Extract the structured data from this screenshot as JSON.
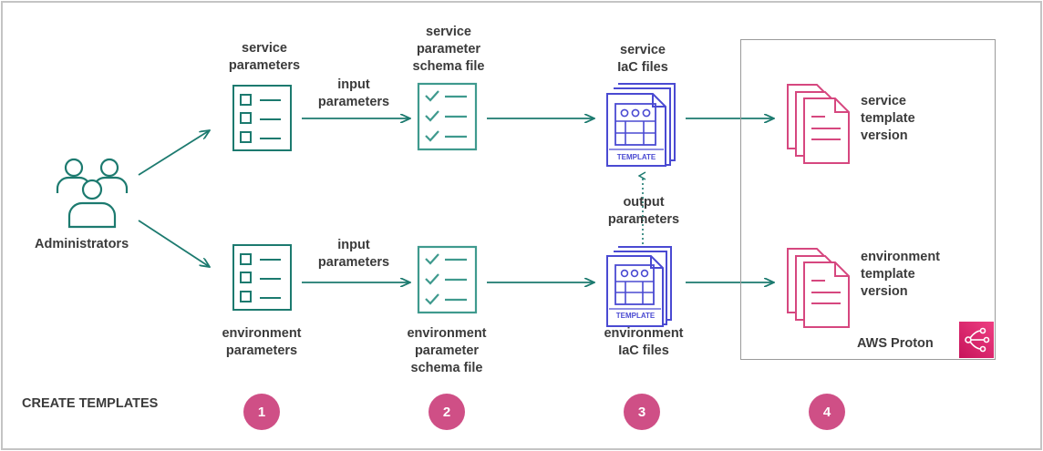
{
  "diagram": {
    "actor": {
      "label": "Administrators",
      "icon": "users-group-icon"
    },
    "inputs": {
      "service": {
        "label": [
          "service",
          "parameters"
        ],
        "icon": "list-document-icon"
      },
      "environment": {
        "label": [
          "environment",
          "parameters"
        ],
        "icon": "list-document-icon"
      }
    },
    "edge_labels": {
      "input_top": [
        "input",
        "parameters"
      ],
      "input_bottom": [
        "input",
        "parameters"
      ],
      "output": [
        "output",
        "parameters"
      ]
    },
    "schemas": {
      "service": {
        "label": [
          "service",
          "parameter",
          "schema file"
        ],
        "icon": "checklist-icon"
      },
      "environment": {
        "label": [
          "environment",
          "parameter",
          "schema file"
        ],
        "icon": "checklist-icon"
      }
    },
    "iac": {
      "service": {
        "label": [
          "service",
          "IaC files"
        ],
        "icon": "template-files-icon",
        "badge": "TEMPLATE"
      },
      "environment": {
        "label": [
          "environment",
          "IaC files"
        ],
        "icon": "template-files-icon",
        "badge": "TEMPLATE"
      }
    },
    "versions": {
      "service": {
        "label": [
          "service",
          "template",
          "version"
        ],
        "icon": "document-stack-icon"
      },
      "environment": {
        "label": [
          "environment",
          "template",
          "version"
        ],
        "icon": "document-stack-icon"
      }
    },
    "container": {
      "label": "AWS Proton",
      "icon": "aws-proton-icon"
    },
    "footer": {
      "title": "CREATE TEMPLATES"
    },
    "steps": [
      "1",
      "2",
      "3",
      "4"
    ],
    "colors": {
      "teal": "#1c7a6f",
      "teal_light": "#3f9a8e",
      "purple": "#4a4ad2",
      "pink": "#d6477f",
      "step": "#cf4f86",
      "text": "#3b3b3b"
    }
  }
}
